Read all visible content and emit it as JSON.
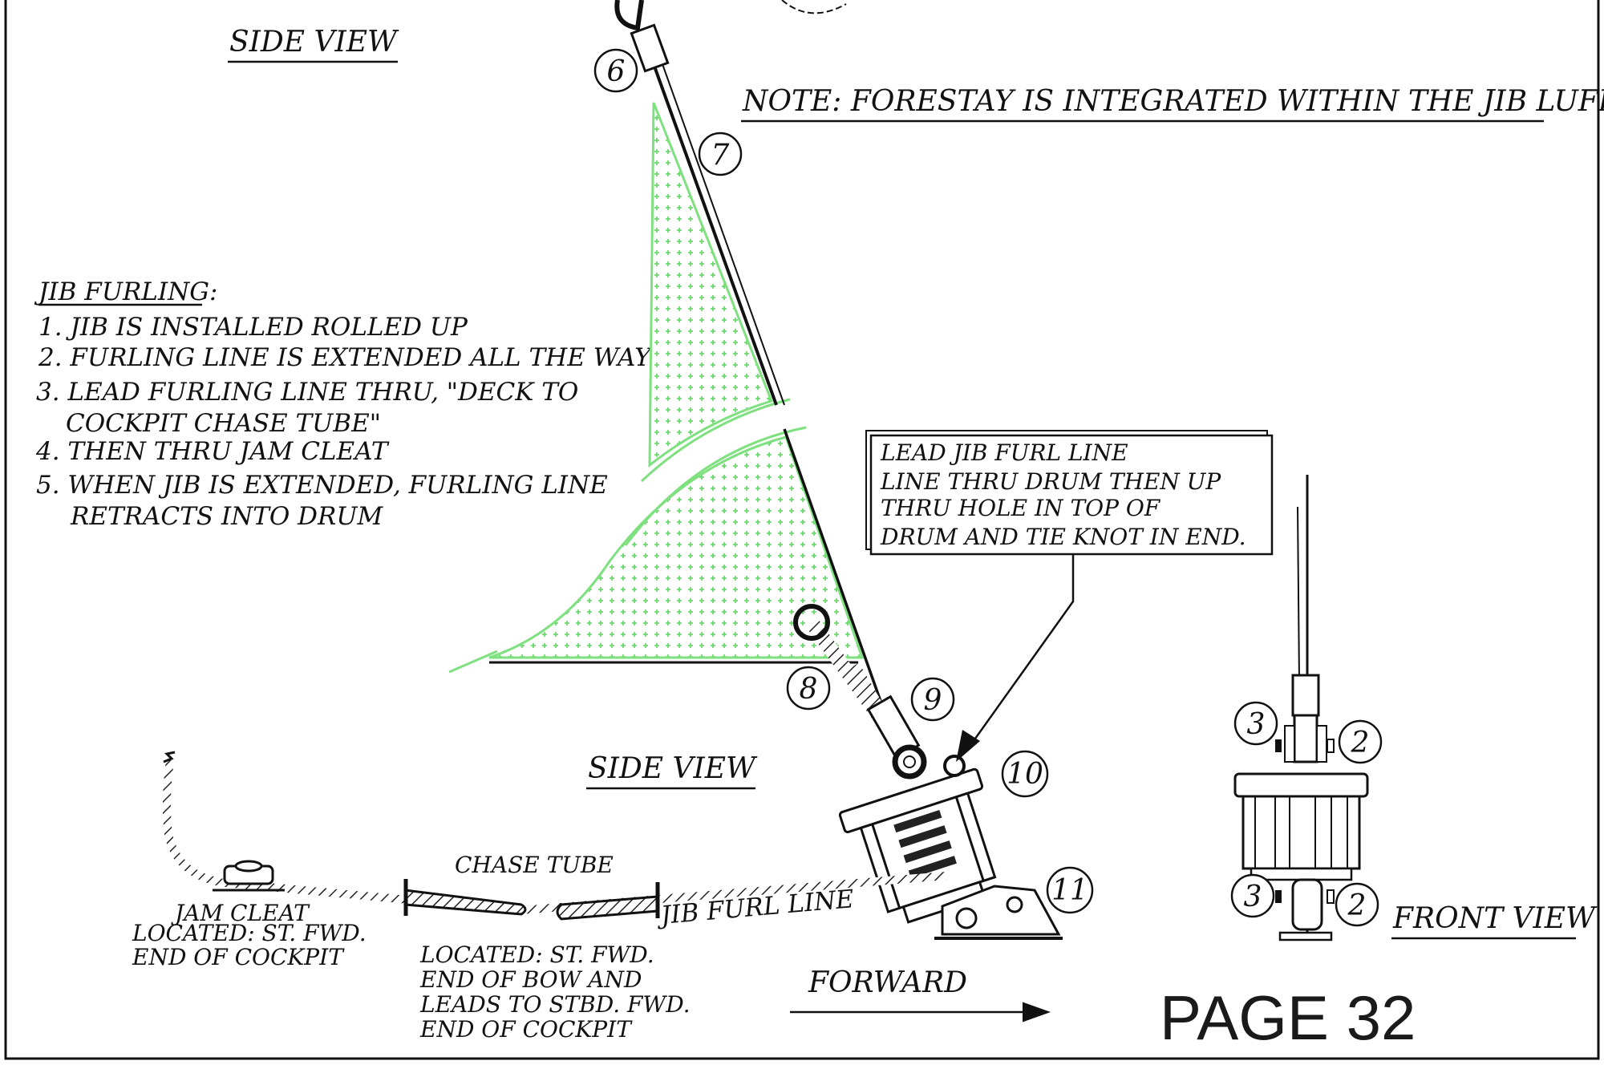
{
  "title_side_view_top": "SIDE VIEW",
  "title_side_view_bottom": "SIDE VIEW",
  "title_front_view": "FRONT VIEW",
  "note": "NOTE: FORESTAY IS INTEGRATED WITHIN THE JIB LUFF",
  "jib_furling": {
    "heading": "JIB FURLING:",
    "steps": [
      "1. JIB IS INSTALLED ROLLED UP",
      "2. FURLING LINE IS EXTENDED ALL THE WAY",
      "3. LEAD FURLING LINE THRU, \"DECK TO",
      "COCKPIT CHASE TUBE\"",
      "4. THEN THRU JAM CLEAT",
      "5. WHEN JIB IS EXTENDED, FURLING LINE",
      "RETRACTS INTO DRUM"
    ]
  },
  "callout_box": [
    "LEAD JIB FURL LINE",
    "LINE THRU DRUM THEN UP",
    "THRU HOLE IN TOP OF",
    "DRUM AND TIE KNOT IN END."
  ],
  "labels": {
    "chase_tube": "CHASE TUBE",
    "jib_furl_line": "JIB FURL LINE",
    "jam_cleat": "JAM CLEAT",
    "jam_cleat_loc1": "LOCATED: ST. FWD.",
    "jam_cleat_loc2": "END OF COCKPIT",
    "tube_loc1": "LOCATED: ST. FWD.",
    "tube_loc2": "END OF BOW AND",
    "tube_loc3": "LEADS TO STBD. FWD.",
    "tube_loc4": "END OF COCKPIT",
    "forward": "FORWARD"
  },
  "balloons": {
    "b6": "6",
    "b7": "7",
    "b8": "8",
    "b9": "9",
    "b10": "10",
    "b11": "11",
    "f3a": "3",
    "f2a": "2",
    "f3b": "3",
    "f2b": "2"
  },
  "page_number": "PAGE 32",
  "colors": {
    "sail_green": "#7fe07f",
    "ink": "#111111"
  }
}
